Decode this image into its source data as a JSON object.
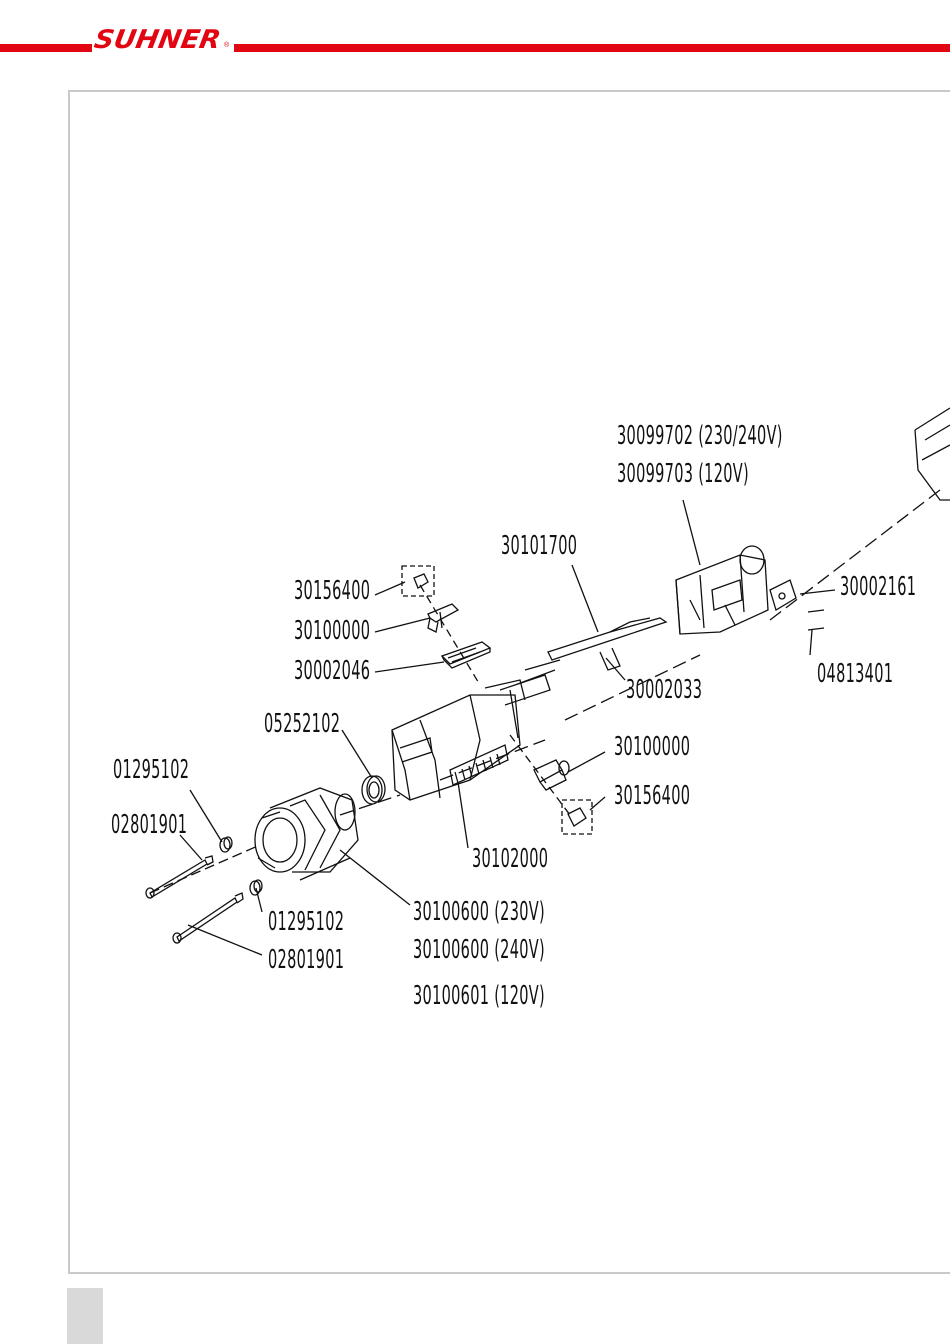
{
  "brand": {
    "name": "SUHNER",
    "registered": "®",
    "accent_color": "#e20613"
  },
  "diagram": {
    "part_labels": [
      "30099702 (230/240V)",
      "30099703 (120V)",
      "30101700",
      "30156400",
      "30100000",
      "30002046",
      "30002161",
      "04813401",
      "30002033",
      "05252102",
      "01295102",
      "02801901",
      "30100000",
      "30156400",
      "30102000",
      "01295102",
      "02801901",
      "30100600 (230V)",
      "30100600 (240V)",
      "30100601 (120V)"
    ]
  }
}
